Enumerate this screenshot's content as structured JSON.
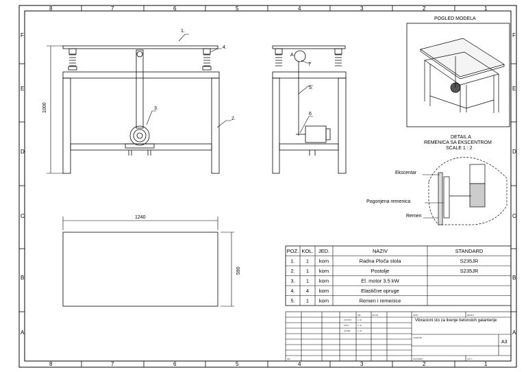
{
  "zone_columns": [
    "8",
    "7",
    "6",
    "5",
    "4",
    "3",
    "2",
    "1"
  ],
  "zone_rows": [
    "F",
    "E",
    "D",
    "C",
    "B",
    "A"
  ],
  "dimensions": {
    "height": "1000",
    "length": "1240",
    "width": "590"
  },
  "balloons": {
    "plate": "1.",
    "frame": "2.",
    "motor": "3.",
    "springs": "4.",
    "belt": "5.",
    "motor_side": "6",
    "pulley": "7",
    "detail_ref": "A"
  },
  "view_title": "POGLED MODELA",
  "detail": {
    "title": "DETAIL A",
    "subtitle": "REMENICA SA EKSCENTROM",
    "scale": "SCALE 1 : 2",
    "labels": [
      "Ekscentar",
      "Pogonjena remenica",
      "Remen"
    ]
  },
  "bom": {
    "headers": [
      "POZ.",
      "KOL.",
      "JED.",
      "NAZIV",
      "STANDARD"
    ],
    "rows": [
      [
        "1.",
        "1",
        "kom",
        "Radna Ploča stola",
        "S235JR"
      ],
      [
        "2.",
        "1",
        "kom",
        "Postolje",
        "S235JR"
      ],
      [
        "3.",
        "1",
        "kom",
        "El. motor 3.5 kW",
        ""
      ],
      [
        "4.",
        "4",
        "kom",
        "Elastične opruge",
        ""
      ],
      [
        "5.",
        "1",
        "kom",
        "Remen i remenice",
        ""
      ]
    ]
  },
  "title_block": {
    "drawing_title": "Vibracioni sto za livenje betonskih galanterije",
    "sheet_size": "A3",
    "small_labels": [
      "NAZIV",
      "MERILO",
      "IME",
      "DATUM",
      "KONSTR.",
      "PROV.",
      "ODOBR.",
      "A. Ilić",
      "A. Ilić",
      "A. Ilić",
      "CRTEŽ BR.",
      "LIST 1",
      "IZM.",
      "DOKUMENT"
    ]
  }
}
